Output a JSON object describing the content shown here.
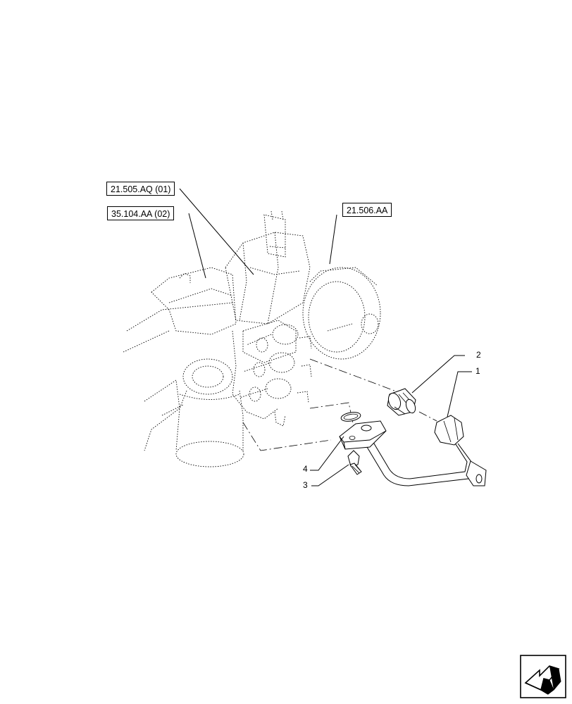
{
  "references": {
    "ref_1": "21.505.AQ (01)",
    "ref_2": "35.104.AA (02)",
    "ref_3": "21.506.AA"
  },
  "callouts": {
    "item_1": "1",
    "item_2": "2",
    "item_3": "3",
    "item_4": "4"
  },
  "nav": {
    "icon": "next-page-arrow-icon"
  }
}
